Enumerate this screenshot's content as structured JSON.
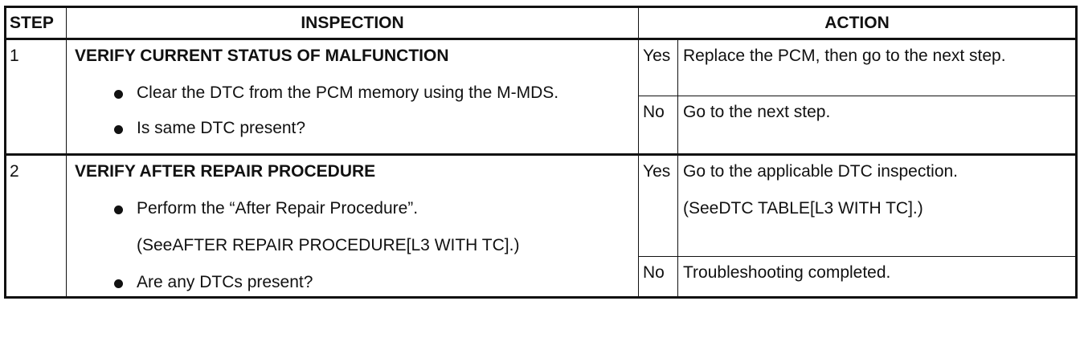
{
  "header": {
    "step": "STEP",
    "inspection": "INSPECTION",
    "action": "ACTION"
  },
  "steps": [
    {
      "number": "1",
      "title": "VERIFY CURRENT STATUS OF MALFUNCTION",
      "bullets": [
        "Clear the DTC from the PCM memory using the M-MDS.",
        "Is same DTC present?"
      ],
      "yes_label": "Yes",
      "yes_action": "Replace the PCM, then go to the next step.",
      "no_label": "No",
      "no_action": "Go to the next step."
    },
    {
      "number": "2",
      "title": "VERIFY AFTER REPAIR PROCEDURE",
      "bullet_1": "Perform the “After Repair Procedure”.",
      "bullet_1_ref": "(SeeAFTER REPAIR PROCEDURE[L3 WITH TC].)",
      "bullet_2": "Are any DTCs present?",
      "yes_label": "Yes",
      "yes_action": "Go to the applicable DTC inspection.",
      "yes_ref": "(SeeDTC TABLE[L3 WITH TC].)",
      "no_label": "No",
      "no_action": "Troubleshooting completed."
    }
  ]
}
